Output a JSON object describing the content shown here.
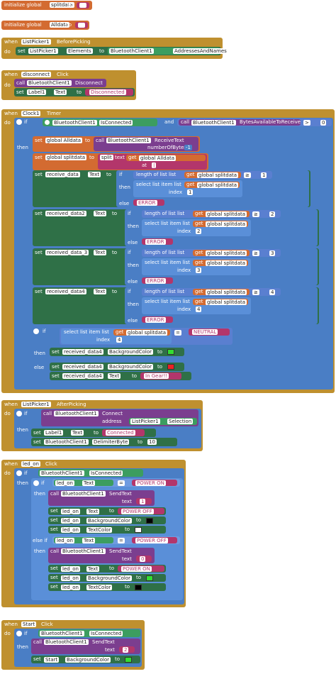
{
  "init": [
    {
      "label": "initialize global",
      "name": "splitdata",
      "to": "to"
    },
    {
      "label": "initialize global",
      "name": "Alldata",
      "to": "to"
    }
  ],
  "listpicker_before": {
    "when": "when",
    "component": "ListPicker1",
    "event": "BeforePicking",
    "do": "do",
    "set": "set",
    "prop": "Elements",
    "to": "to",
    "client": "BluetoothClient1",
    "getter": "AddressesAndNames"
  },
  "disconnect": {
    "when": "when",
    "component": "disconnect",
    "event": "Click",
    "do": "do",
    "call": "call",
    "client": "BluetoothClient1",
    "method": "Disconnect",
    "set": "set",
    "label": "Label1",
    "prop": "Text",
    "to": "to",
    "value": "Disconnected"
  },
  "timer": {
    "when": "when",
    "component": "Clock1",
    "event": "Timer",
    "do": "do",
    "if": "if",
    "then": "then",
    "else": "else",
    "and": "and",
    "call": "call",
    "set": "set",
    "to": "to",
    "at": "at",
    "index": "index",
    "client": "BluetoothClient1",
    "is_connected": "IsConnected",
    "bytes_available": "BytesAvailableToReceive",
    "gt": ">",
    "zero": "0",
    "alldata": "global Alldata",
    "splitdata": "global splitdata",
    "receive_text": "ReceiveText",
    "number_of_bytes": "numberOfBytes",
    "nbytes_val": "-1",
    "split": "split",
    "text": "text",
    "get": "get",
    "pipe": "|",
    "length_of_list": "length of list  list",
    "select_list_item": "select list item  list",
    "ge": "≥",
    "eq": "=",
    "error": "ERROR",
    "rows": [
      {
        "label": "receive_data",
        "prop": "Text",
        "n": "1"
      },
      {
        "label": "received_data2",
        "prop": "Text",
        "n": "2"
      },
      {
        "label": "received_data_3",
        "prop": "Text",
        "n": "3"
      },
      {
        "label": "received_data4",
        "prop": "Text",
        "n": "4"
      }
    ],
    "neutral": "NEUTRAL",
    "index_val": "4",
    "data4": "received_data4",
    "bgcolor": "BackgroundColor",
    "textprop": "Text",
    "in_gear": "In Gear!!"
  },
  "listpicker_after": {
    "when": "when",
    "component": "ListPicker1",
    "event": "AfterPicking",
    "do": "do",
    "if": "if",
    "then": "then",
    "call": "call",
    "client": "BluetoothClient1",
    "method": "Connect",
    "address": "address",
    "selection": "Selection",
    "set": "set",
    "label": "Label1",
    "prop": "Text",
    "to": "to",
    "connected": "Connected",
    "delimiter": "DelimiterByte",
    "delim_val": "10"
  },
  "led": {
    "when": "when",
    "component": "led_on",
    "event": "Click",
    "do": "do",
    "if": "if",
    "then": "then",
    "else_if": "else if",
    "call": "call",
    "set": "set",
    "to": "to",
    "text": "text",
    "client": "BluetoothClient1",
    "is_connected": "IsConnected",
    "send_text": "SendText",
    "led": "led_on",
    "prop_text": "Text",
    "eq": "=",
    "power_on": "POWER ON",
    "power_off": "POWER OFF",
    "one": "1",
    "zero": "0",
    "bgcolor": "BackgroundColor",
    "textcolor": "TextColor"
  },
  "start": {
    "when": "when",
    "component": "Start",
    "event": "Click",
    "do": "do",
    "if": "if",
    "then": "then",
    "call": "call",
    "client": "BluetoothClient1",
    "is_connected": "IsConnected",
    "send_text": "SendText",
    "text": "text",
    "two": "2",
    "set": "set",
    "prop": "BackgroundColor",
    "to": "to"
  },
  "colors": {
    "event": "#bf902f",
    "variable": "#d36b31",
    "component_set": "#2f7047",
    "component_get": "#3c9d60",
    "call": "#7b3e8f",
    "math": "#4a7ec5",
    "string": "#b3366b",
    "text_literal": "#ffffff"
  }
}
